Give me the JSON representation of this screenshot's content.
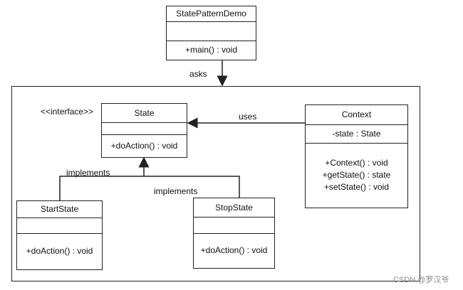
{
  "classes": {
    "demo": {
      "name": "StatePatternDemo",
      "attributes": [],
      "methods": [
        "+main()  : void"
      ]
    },
    "state": {
      "stereotype": "<<interface>>",
      "name": "State",
      "attributes": [],
      "methods": [
        "+doAction()  : void"
      ]
    },
    "context": {
      "name": "Context",
      "attributes": [
        "-state : State"
      ],
      "methods": [
        "+Context()  : void",
        "+getState() : state",
        "+setState() : void"
      ]
    },
    "start_state": {
      "name": "StartState",
      "attributes": [],
      "methods": [
        "+doAction()  : void"
      ]
    },
    "stop_state": {
      "name": "StopState",
      "attributes": [],
      "methods": [
        "+doAction()  : void"
      ]
    }
  },
  "relations": {
    "asks": "asks",
    "uses": "uses",
    "implements_start": "implements",
    "implements_stop": "implements"
  },
  "watermark": "CSDN @罗汉爷"
}
